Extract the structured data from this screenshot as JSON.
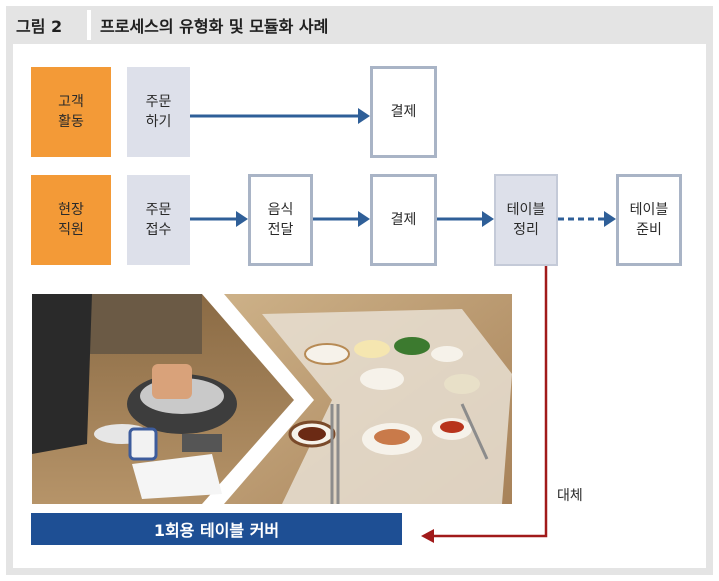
{
  "figure": {
    "label": "그림 2",
    "title": "프로세스의 유형화 및 모듈화 사례"
  },
  "rows": {
    "customer": {
      "actor": "고객\n활동",
      "order": "주문\n하기",
      "payment": "결제"
    },
    "staff": {
      "actor": "현장\n직원",
      "order": "주문\n접수",
      "delivery": "음식\n전달",
      "payment": "결제",
      "clear_table": "테이블\n정리",
      "prepare_table": "테이블\n준비"
    }
  },
  "replacement_label": "대체",
  "caption": "1회용 테이블 커버",
  "colors": {
    "actor_fill": "#f39a37",
    "step_fill": "#dde0ea",
    "outline": "#a9b4c6",
    "arrow_blue": "#2f5f98",
    "arrow_red": "#a11a1a",
    "caption_fill": "#1e4f94"
  }
}
